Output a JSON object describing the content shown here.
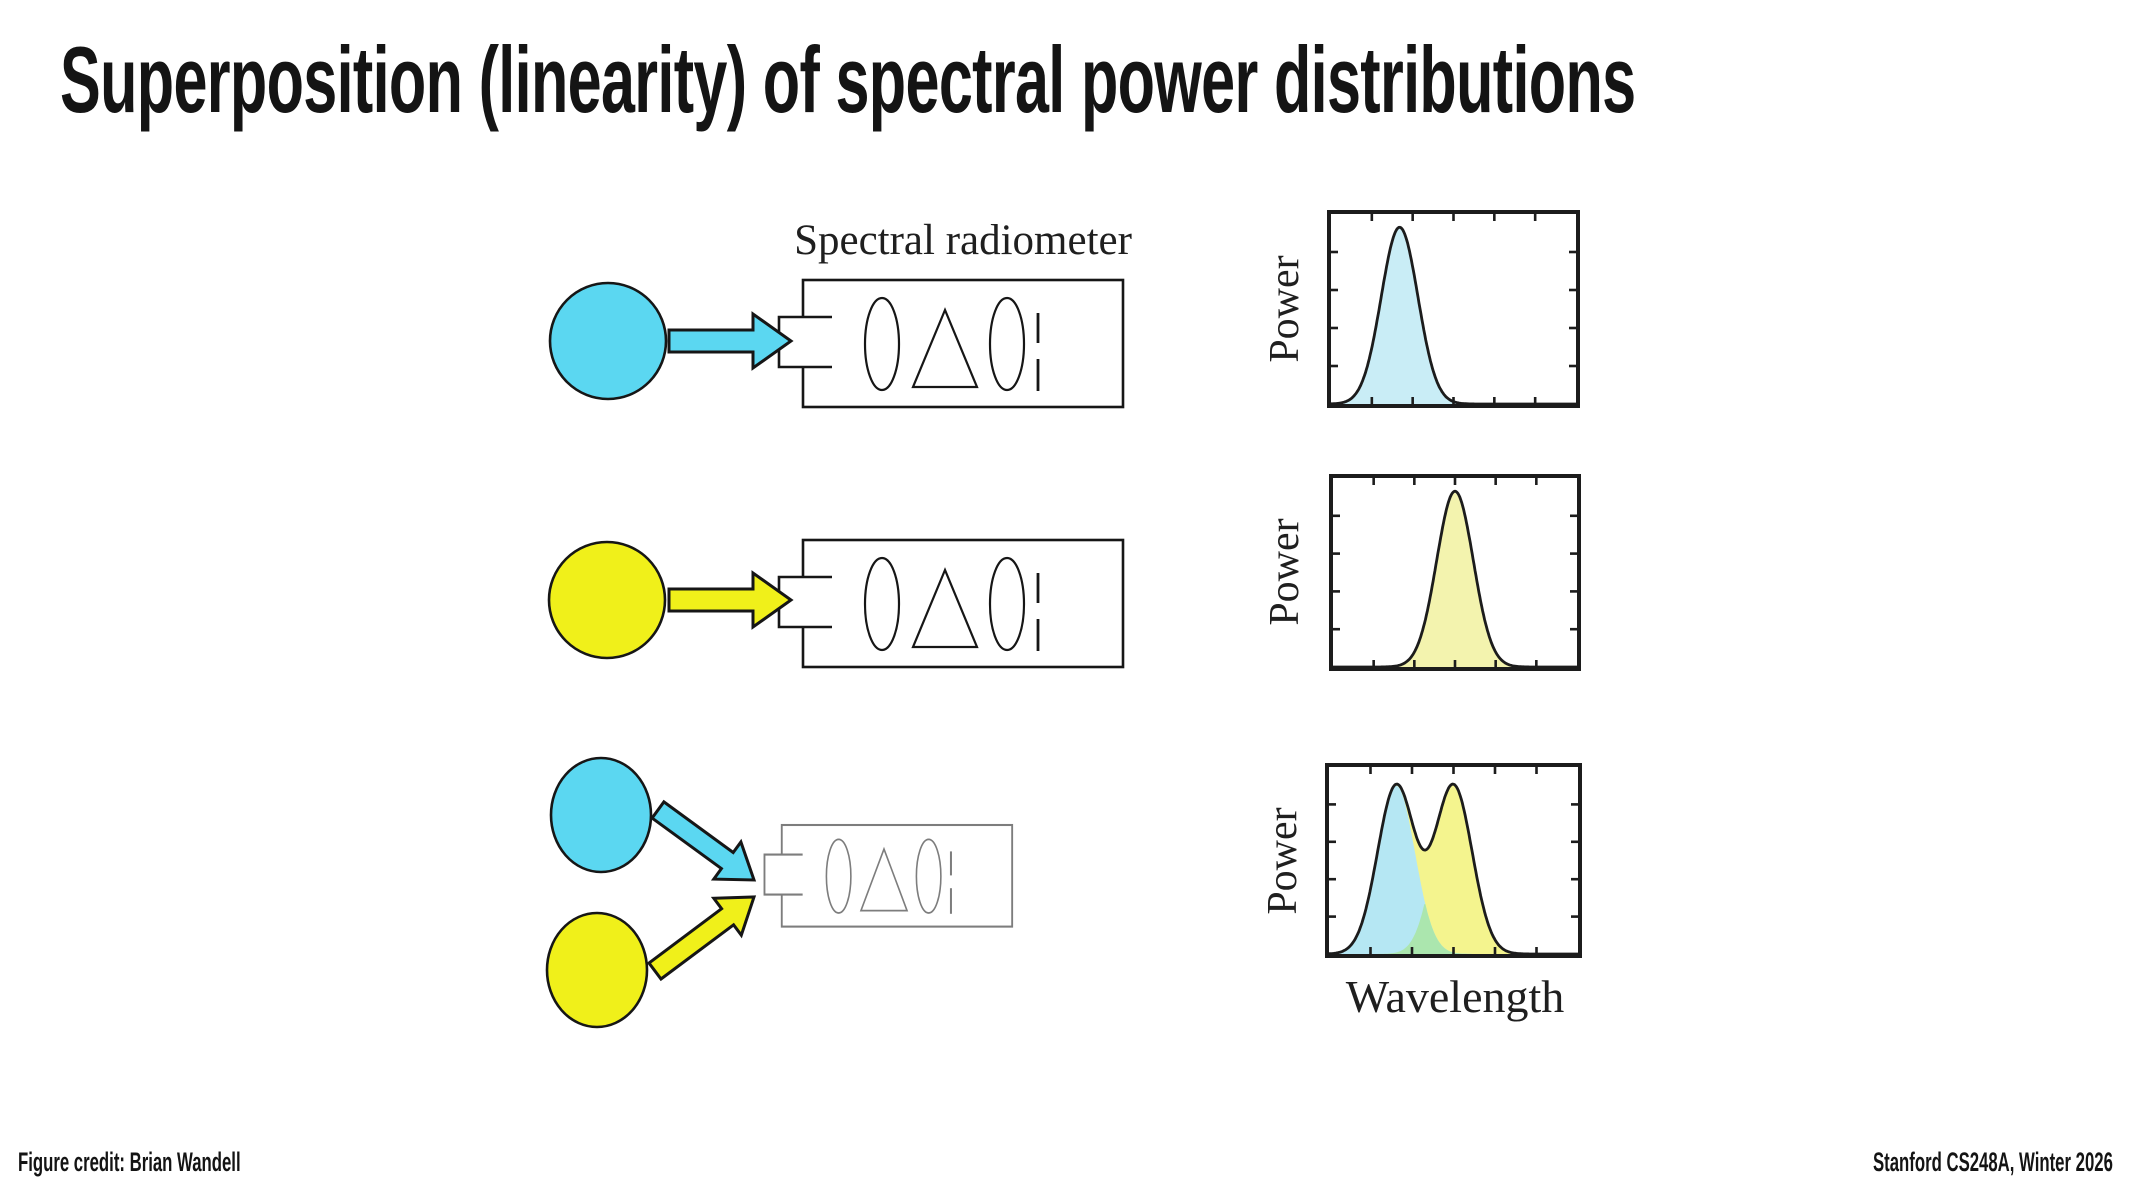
{
  "slide": {
    "title": "Superposition (linearity) of spectral power distributions",
    "footer_left": "Figure credit: Brian Wandell",
    "footer_right": "Stanford CS248A, Winter 2026"
  },
  "labels": {
    "radiometer_title": "Spectral radiometer",
    "power_axis": "Power",
    "wavelength_axis": "Wavelength"
  },
  "colors": {
    "cyan_source": "#5bd7f1",
    "yellow_source": "#f0f01a",
    "shape_outline": "#161616",
    "small_radiometer_stroke": "#7d7d7d",
    "plot_frame": "#1c1c1c",
    "white": "#ffffff"
  },
  "chart_data": [
    {
      "type": "area",
      "title": "",
      "xlabel": "",
      "ylabel": "Power",
      "x_range_normalized": [
        0,
        1
      ],
      "y_range_normalized": [
        0,
        1
      ],
      "tick_labels": "none",
      "x_tick_intervals": 6,
      "y_tick_intervals": 5,
      "series": [
        {
          "name": "cyan-light-spd",
          "shape": "gaussian",
          "peak_position": 0.28,
          "sigma": 0.075,
          "peak_height": 0.93,
          "fill": "#c9edf6"
        }
      ]
    },
    {
      "type": "area",
      "title": "",
      "xlabel": "",
      "ylabel": "Power",
      "x_range_normalized": [
        0,
        1
      ],
      "y_range_normalized": [
        0,
        1
      ],
      "tick_labels": "none",
      "x_tick_intervals": 6,
      "y_tick_intervals": 5,
      "series": [
        {
          "name": "yellow-light-spd",
          "shape": "gaussian",
          "peak_position": 0.5,
          "sigma": 0.075,
          "peak_height": 0.93,
          "fill": "#f3f3ae"
        }
      ]
    },
    {
      "type": "area",
      "title": "",
      "xlabel": "Wavelength",
      "ylabel": "Power",
      "x_range_normalized": [
        0,
        1
      ],
      "y_range_normalized": [
        0,
        1
      ],
      "tick_labels": "none",
      "x_tick_intervals": 6,
      "y_tick_intervals": 5,
      "envelope": "sum-of-series",
      "overlap_fill": "#abe6ae",
      "series": [
        {
          "name": "cyan-light-spd",
          "shape": "gaussian",
          "peak_position": 0.27,
          "sigma": 0.075,
          "peak_height": 0.9,
          "fill": "#b5e7f3"
        },
        {
          "name": "yellow-light-spd",
          "shape": "gaussian",
          "peak_position": 0.5,
          "sigma": 0.075,
          "peak_height": 0.9,
          "fill": "#f4f48e"
        }
      ]
    }
  ]
}
